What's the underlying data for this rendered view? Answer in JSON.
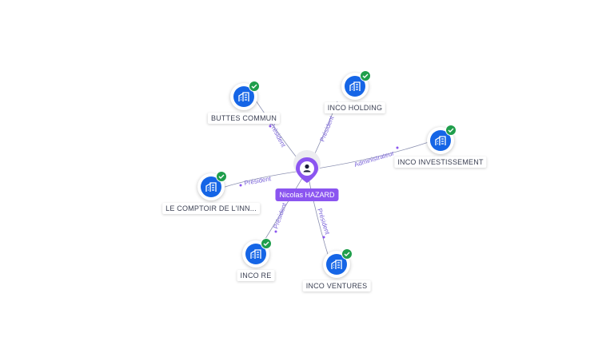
{
  "person": {
    "name": "Nicolas HAZARD",
    "icon": "person-icon",
    "color": "#8b55f0"
  },
  "companies": [
    {
      "key": "buttes",
      "name": "BUTTES COMMUN",
      "role": "Président"
    },
    {
      "key": "holding",
      "name": "INCO HOLDING",
      "role": "Président"
    },
    {
      "key": "invest",
      "name": "INCO INVESTISSEMENT",
      "role": "Administrateur"
    },
    {
      "key": "comptoir",
      "name": "LE COMPTOIR DE L'INN...",
      "role": "Président"
    },
    {
      "key": "re",
      "name": "INCO RE",
      "role": "Président"
    },
    {
      "key": "ventures",
      "name": "INCO VENTURES",
      "role": "Président"
    }
  ],
  "colors": {
    "company": "#1565e6",
    "verified": "#1f9e4b",
    "edge": "#8a8fb0",
    "edge_label": "#7a63d9"
  },
  "icons": {
    "company": "building-icon",
    "verified": "check-icon"
  }
}
